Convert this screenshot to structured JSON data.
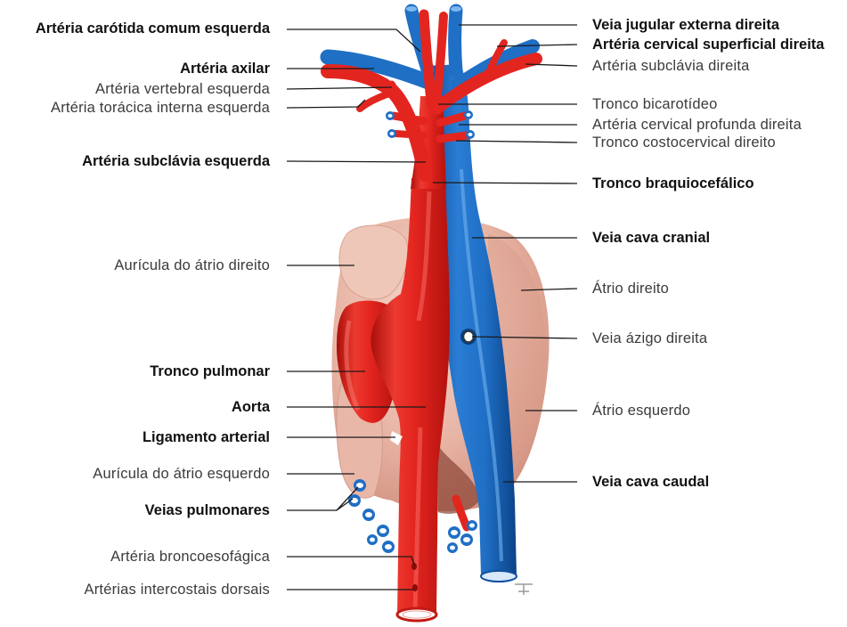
{
  "figure": {
    "labels": {
      "left": [
        "Artéria carótida comum esquerda",
        "Artéria axilar",
        "Artéria vertebral esquerda",
        "Artéria torácica interna esquerda",
        "Artéria subclávia esquerda",
        "Aurícula do átrio direito",
        "Tronco pulmonar",
        "Aorta",
        "Ligamento arterial",
        "Aurícula do átrio esquerdo",
        "Veias pulmonares",
        "Artéria broncoesofágica",
        "Artérias intercostais dorsais"
      ],
      "right": [
        "Veia jugular externa direita",
        "Artéria cervical superficial direita",
        "Artéria subclávia direita",
        "Tronco bicarotídeo",
        "Artéria cervical profunda direita",
        "Tronco costocervical direito",
        "Tronco braquiocefálico",
        "Veia cava cranial",
        "Átrio direito",
        "Veia ázigo direita",
        "Átrio esquerdo",
        "Veia cava caudal"
      ]
    }
  },
  "colors": {
    "artery": "#e3251f",
    "vein": "#1f6fc5",
    "heart": "#e8b5a5",
    "leader_line": "#1a1a1a"
  }
}
